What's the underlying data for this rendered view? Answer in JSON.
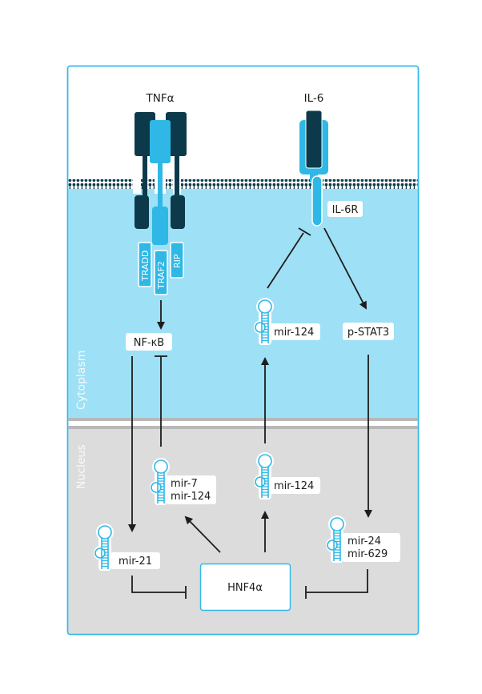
{
  "colors": {
    "frame": "#33b9e8",
    "cytoplasm": "#9ee0f6",
    "nucleus": "#dcdcdc",
    "envelope": "#b8b8b8",
    "dark_receptor": "#0d3a4a",
    "light_receptor": "#2fb8e6",
    "arrow": "#1d1d1b",
    "mirna": "#2fb8e6"
  },
  "regions": {
    "cytoplasm": "Cytoplasm",
    "nucleus": "Nucleus"
  },
  "ligands": {
    "tnf": "TNFα",
    "il6": "IL-6"
  },
  "receptors": {
    "il6r": "IL-6R"
  },
  "adaptors": [
    "TRADD",
    "TRAF2",
    "RIP"
  ],
  "nodes": {
    "nfkb": "NF-κB",
    "pstat3": "p-STAT3",
    "hnf4a": "HNF4α"
  },
  "mirnas": {
    "cyto_mir124": [
      "mir-124"
    ],
    "nuc_mir7_124": [
      "mir-7",
      "mir-124"
    ],
    "nuc_mir124": [
      "mir-124"
    ],
    "nuc_mir21": [
      "mir-21"
    ],
    "nuc_mir24_629": [
      "mir-24",
      "mir-629"
    ]
  },
  "edges": [
    {
      "from": "TNF receptor complex",
      "to": "NF-κB",
      "type": "activation"
    },
    {
      "from": "mir-7/mir-124",
      "to": "NF-κB",
      "type": "inhibition"
    },
    {
      "from": "NF-κB",
      "to": "mir-21",
      "type": "activation"
    },
    {
      "from": "mir-21",
      "to": "HNF4α",
      "type": "inhibition"
    },
    {
      "from": "HNF4α",
      "to": "mir-7/mir-124",
      "type": "activation"
    },
    {
      "from": "HNF4α",
      "to": "mir-124 (nucleus)",
      "type": "activation"
    },
    {
      "from": "mir-124 (nucleus)",
      "to": "mir-124 (cytoplasm)",
      "type": "activation"
    },
    {
      "from": "mir-124 (cytoplasm)",
      "to": "IL-6R",
      "type": "inhibition"
    },
    {
      "from": "IL-6R",
      "to": "p-STAT3",
      "type": "activation"
    },
    {
      "from": "p-STAT3",
      "to": "mir-24/mir-629",
      "type": "activation"
    },
    {
      "from": "mir-24/mir-629",
      "to": "HNF4α",
      "type": "inhibition"
    }
  ]
}
